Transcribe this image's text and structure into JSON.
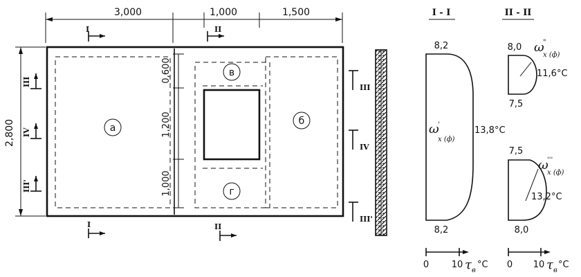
{
  "dimensions": {
    "top": [
      "3,000",
      "1,000",
      "1,500"
    ],
    "left_total": "2,800",
    "middle": [
      "0,600",
      "1,200",
      "1,000"
    ]
  },
  "zones": [
    "а",
    "б",
    "в",
    "г"
  ],
  "section_marks": {
    "top_i": "I",
    "top_ii": "II",
    "bottom_i": "I",
    "bottom_ii": "II",
    "left_iii_top": "III",
    "left_iv": "IV",
    "left_iii_bottom": "III'",
    "right_iii_top": "III",
    "right_iv": "IV",
    "right_iii_bottom": "III'"
  },
  "section_titles": [
    "I - I",
    "II - II"
  ],
  "section_1": {
    "top_value": "8,2",
    "bottom_value": "8,2",
    "max_label": "13,8°C",
    "symbol": "ω",
    "symbol_sup": "'",
    "symbol_sub": "x (ф)"
  },
  "section_2": {
    "upper_top": "8,0",
    "upper_bottom": "7,5",
    "upper_max": "11,6°C",
    "upper_symbol_sup": "\"",
    "lower_top": "7,5",
    "lower_bottom": "8,0",
    "lower_max": "13,2°C",
    "lower_symbol_sup": "'''",
    "symbol": "ω",
    "symbol_sub": "x (ф)"
  },
  "scales": [
    {
      "zero": "0",
      "ten": "10",
      "unit": "τ",
      "unit_sub": "в",
      "unit_suffix": "°C"
    },
    {
      "zero": "0",
      "ten": "10",
      "unit": "τ",
      "unit_sub": "в",
      "unit_suffix": "°C"
    }
  ]
}
